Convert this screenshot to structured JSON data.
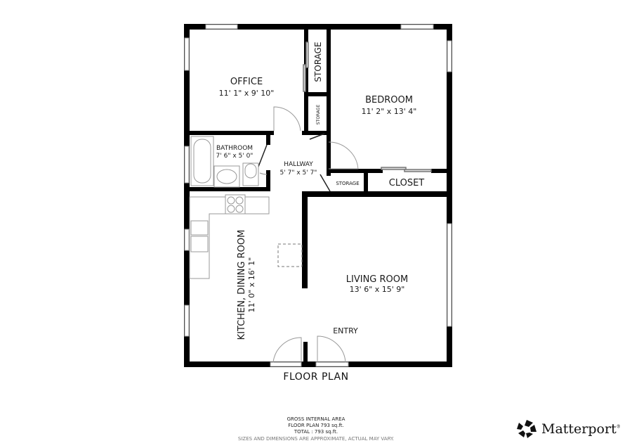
{
  "plan": {
    "title": "FLOOR PLAN",
    "rooms": [
      {
        "name": "OFFICE",
        "dims": "11' 1\" x 9' 10\""
      },
      {
        "name": "BEDROOM",
        "dims": "11' 2\" x 13' 4\""
      },
      {
        "name": "BATHROOM",
        "dims": "7' 6\" x 5' 0\""
      },
      {
        "name": "HALLWAY",
        "dims": "5' 7\" x 5' 7\""
      },
      {
        "name": "KITCHEN, DINING ROOM",
        "dims": "11' 0\" x 16' 1\""
      },
      {
        "name": "LIVING ROOM",
        "dims": "13' 6\" x 15' 9\""
      }
    ],
    "labels": {
      "storage_large": "STORAGE",
      "storage_small": "STORAGE",
      "storage_hall": "STORAGE",
      "closet": "CLOSET",
      "entry": "ENTRY"
    }
  },
  "area": {
    "heading": "GROSS INTERNAL AREA",
    "floor_plan": "FLOOR PLAN 793 sq.ft.",
    "total": "TOTAL :  793 sq.ft.",
    "disclaimer": "SIZES AND DIMENSIONS ARE APPROXIMATE, ACTUAL MAY VARY."
  },
  "brand": {
    "name": "Matterport",
    "mark": "®"
  },
  "colors": {
    "wall": "#000000",
    "fixture": "#999999",
    "text": "#1a1a1a"
  }
}
